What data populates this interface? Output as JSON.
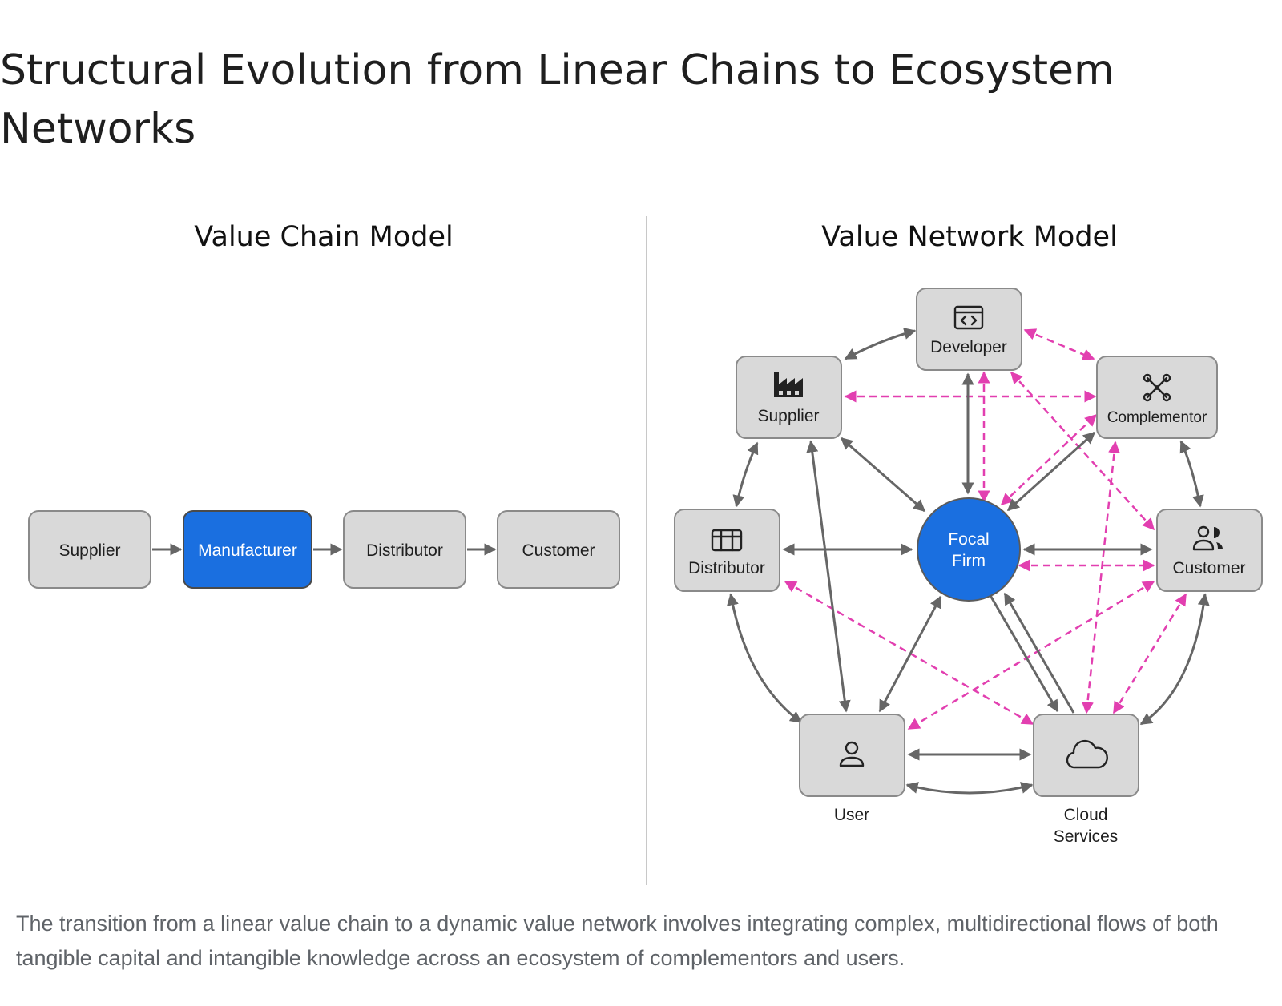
{
  "title": "Structural Evolution from Linear Chains to Ecosystem Networks",
  "caption": "The transition from a linear value chain to a dynamic value network involves integrating complex, multidirectional flows of both tangible capital and intangible knowledge across an ecosystem of complementors and users.",
  "chain": {
    "title": "Value Chain Model",
    "nodes": [
      {
        "id": "supplier",
        "label": "Supplier"
      },
      {
        "id": "manufacturer",
        "label": "Manufacturer",
        "highlight": true
      },
      {
        "id": "distributor",
        "label": "Distributor"
      },
      {
        "id": "customer",
        "label": "Customer"
      }
    ],
    "edges": [
      [
        "supplier",
        "manufacturer"
      ],
      [
        "manufacturer",
        "distributor"
      ],
      [
        "distributor",
        "customer"
      ]
    ]
  },
  "network": {
    "title": "Value Network Model",
    "focal": {
      "line1": "Focal",
      "line2": "Firm"
    },
    "nodes": [
      {
        "id": "developer",
        "label": "Developer",
        "icon": "code-window-icon"
      },
      {
        "id": "complementor",
        "label": "Complementor",
        "icon": "network-nodes-icon"
      },
      {
        "id": "customer",
        "label": "Customer",
        "icon": "people-icon"
      },
      {
        "id": "cloud",
        "label": "Cloud",
        "label2": "Services",
        "icon": "cloud-icon"
      },
      {
        "id": "user",
        "label": "User",
        "icon": "person-icon"
      },
      {
        "id": "distributor",
        "label": "Distributor",
        "icon": "warehouse-icon"
      },
      {
        "id": "supplier",
        "label": "Supplier",
        "icon": "factory-icon"
      }
    ]
  },
  "colors": {
    "accent": "#1a6fe0",
    "node_fill": "#d9d9d9",
    "solid_flow": "#666666",
    "dashed_flow": "#e23fb0"
  }
}
